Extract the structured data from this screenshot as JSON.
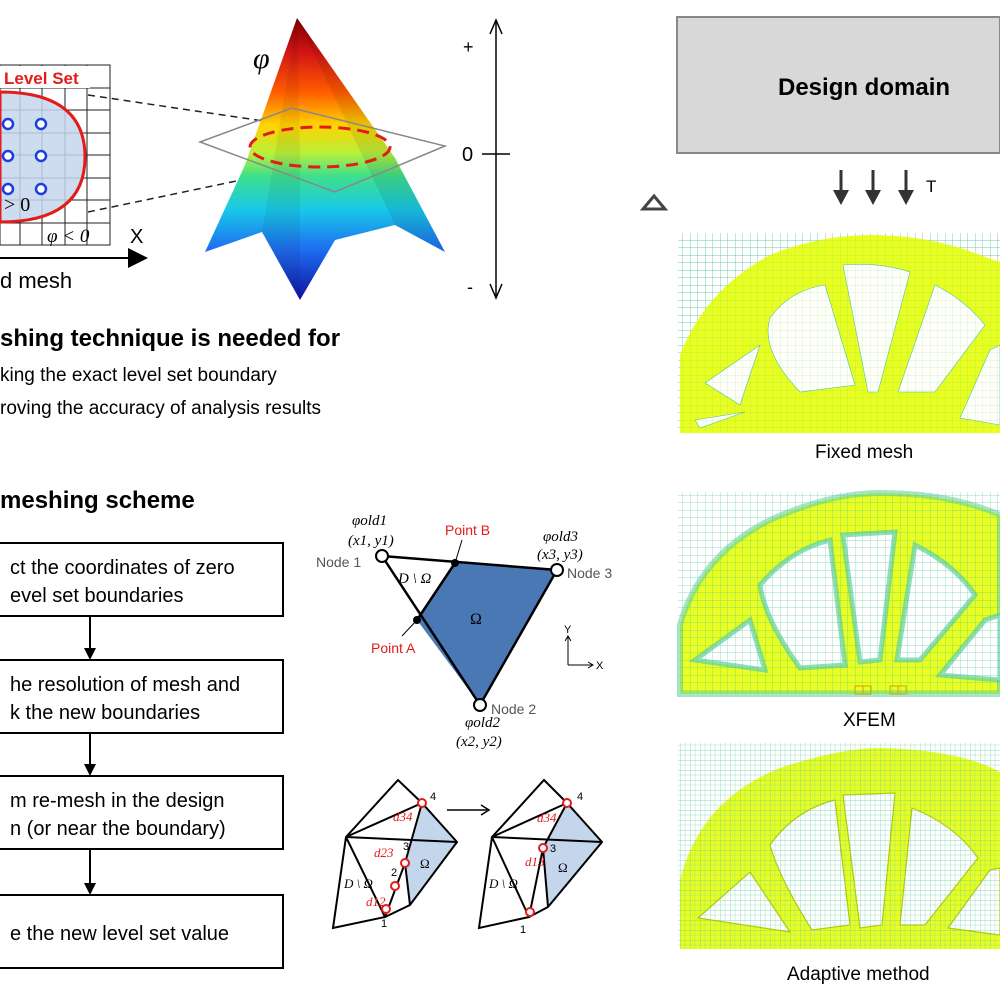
{
  "level_set": {
    "grid_label": "Level Set",
    "phi_pos_label": "> 0",
    "phi_neg_label": "φ < 0",
    "x_axis_label": "X",
    "mesh_caption": "d mesh",
    "phi_symbol": "φ",
    "axis_plus": "+",
    "axis_zero": "0",
    "axis_minus": "-"
  },
  "heading_meshing": "shing technique is needed for",
  "bullets": [
    "king the exact level set boundary",
    "roving the accuracy of analysis results"
  ],
  "heading_scheme": "meshing scheme",
  "flow_steps": [
    {
      "line1": "ct the coordinates of zero",
      "line2": "evel set boundaries"
    },
    {
      "line1": "he resolution of mesh and",
      "line2": "k the new boundaries"
    },
    {
      "line1": "m re-mesh in the design",
      "line2": "n (or near the boundary)"
    },
    {
      "line1": "e the new level set value",
      "line2": ""
    }
  ],
  "element_diagram": {
    "node1": "Node 1",
    "node2": "Node 2",
    "node3": "Node 3",
    "point_a": "Point A",
    "point_b": "Point B",
    "phi_old1": "φold1",
    "phi_old2": "φold2",
    "phi_old3": "φold3",
    "coord1": "(x1, y1)",
    "coord2": "(x2, y2)",
    "coord3": "(x3, y3)",
    "d_minus_omega": "D \\ Ω",
    "omega": "Ω",
    "axis_y": "Y",
    "axis_x": "X"
  },
  "remesh_diagram": {
    "d12": "d12",
    "d23": "d23",
    "d34": "d34",
    "d13": "d13",
    "n1": "1",
    "n2": "2",
    "n3": "3",
    "n4": "4",
    "d_minus_omega": "D \\ Ω",
    "omega": "Ω"
  },
  "right_panel": {
    "design_domain": "Design domain",
    "load_label": "T",
    "captions": [
      "Fixed mesh",
      "XFEM",
      "Adaptive method"
    ]
  },
  "colors": {
    "fill_yellow": "#e8ff18",
    "mesh_green": "#4fc49a",
    "region_blue": "#4a78b4",
    "circle_fill": "#c4d6ec",
    "boundary_red": "#e21b1b",
    "domain_gray": "#d8d8d8"
  }
}
